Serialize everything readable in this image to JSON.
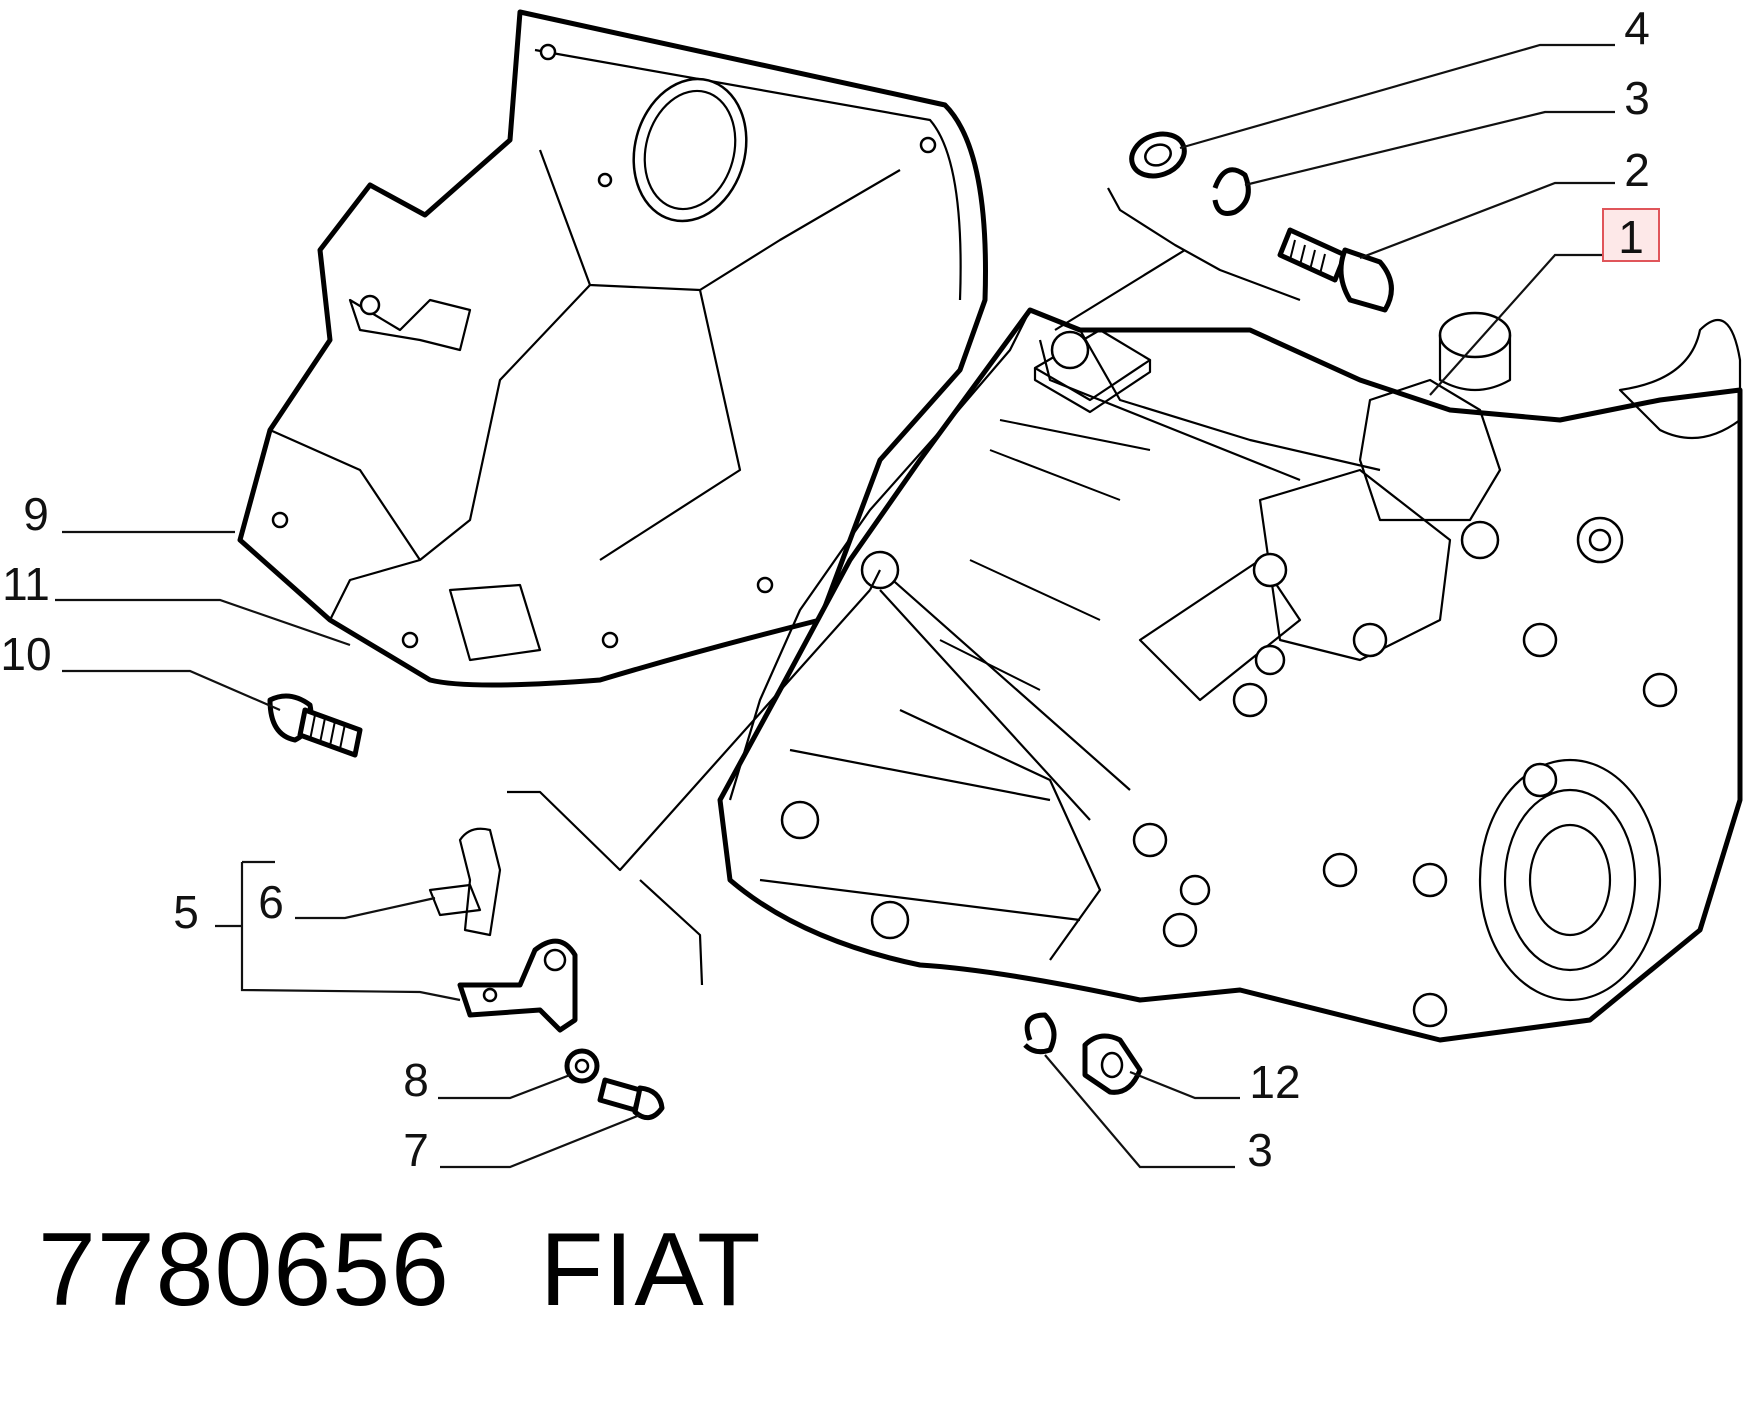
{
  "callouts": {
    "c1": "1",
    "c2": "2",
    "c3a": "3",
    "c3b": "3",
    "c4": "4",
    "c5": "5",
    "c6": "6",
    "c7": "7",
    "c8": "8",
    "c9": "9",
    "c10": "10",
    "c11": "11",
    "c12": "12"
  },
  "footer": {
    "part_number": "7780656",
    "brand": "FIAT"
  },
  "colors": {
    "highlight_border": "#e0555a",
    "highlight_fill": "#fde8e8"
  }
}
